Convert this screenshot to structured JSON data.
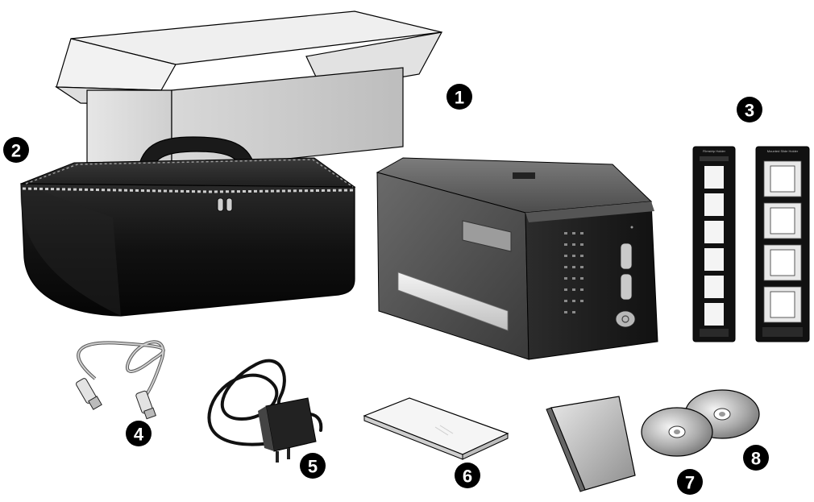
{
  "items": [
    {
      "number": "1",
      "icon": "film-scanner-icon"
    },
    {
      "number": "2",
      "icon": "carrying-bag-icon"
    },
    {
      "number": "3",
      "icon": "film-holder-icon"
    },
    {
      "number": "4",
      "icon": "usb-cable-icon"
    },
    {
      "number": "5",
      "icon": "power-adapter-icon"
    },
    {
      "number": "6",
      "icon": "quick-guide-icon"
    },
    {
      "number": "7",
      "icon": "software-manual-icon"
    },
    {
      "number": "8",
      "icon": "setup-cd-icon"
    }
  ],
  "holders": {
    "strip_label": "Filmstrip Holder",
    "slide_label": "Mounted Slide Holder"
  },
  "colors": {
    "outline": "#000000",
    "background": "#ffffff"
  }
}
